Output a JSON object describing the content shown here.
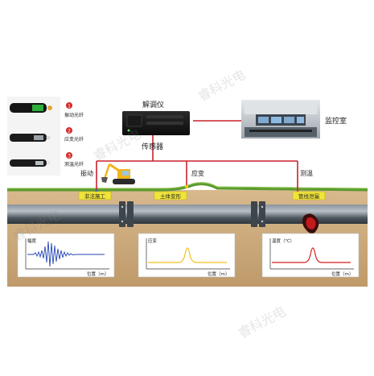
{
  "labels": {
    "demodulator": "解调仪",
    "sensor": "传感器",
    "control_room": "监控室",
    "vibration": "振动",
    "strain": "应变",
    "temperature": "测温"
  },
  "fiber_legend": [
    {
      "num": "1",
      "label": "振动光纤"
    },
    {
      "num": "2",
      "label": "应变光纤"
    },
    {
      "num": "3",
      "label": "测温光纤"
    }
  ],
  "events": {
    "illegal_construction": "非法施工",
    "soil_deformation": "土体变形",
    "pipeline_leak": "管线泄漏"
  },
  "panels": [
    {
      "ylabel": "幅度",
      "xlabel": "位置（m）"
    },
    {
      "ylabel": "应变",
      "xlabel": "位置（m）"
    },
    {
      "ylabel": "温度（℃）",
      "xlabel": "位置（m）"
    }
  ],
  "watermark": "睿科光电",
  "colors": {
    "fiber_line": "#c8232c",
    "event_box": "#f0e33a",
    "vibration_wave": "#2346b5",
    "peak_curve_2": "#f2c418",
    "peak_curve_3": "#d81e1e",
    "soil": "#c9a67a",
    "grass": "#5a9a2e",
    "pipe": "#5f6a72"
  }
}
